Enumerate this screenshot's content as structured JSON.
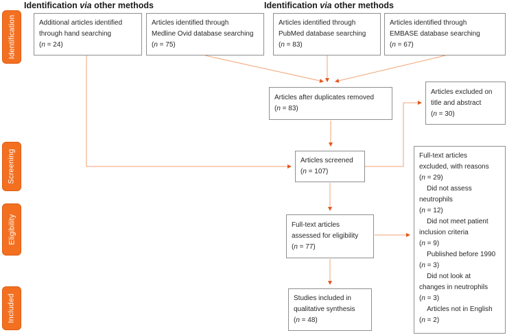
{
  "colors": {
    "stage_tab": "#f37021",
    "stage_tab_border": "#de5c10",
    "arrow_line": "#f2a170",
    "arrow_head": "#e4571b",
    "box_border": "#8e8e8e",
    "text": "#262626"
  },
  "headers": {
    "left": "Identification via other methods",
    "right": "Identification via other methods"
  },
  "stages": [
    {
      "label": "Identification"
    },
    {
      "label": "Screening"
    },
    {
      "label": "Eligibility"
    },
    {
      "label": "Included"
    }
  ],
  "boxes": {
    "hand_search": {
      "lines": [
        "Additional articles identified",
        "through hand searching",
        "(n = 24)"
      ]
    },
    "medline": {
      "lines": [
        "Articles identified through",
        "Medline Ovid database searching",
        "(n = 75)"
      ]
    },
    "pubmed": {
      "lines": [
        "Articles identified through",
        "PubMed database searching",
        "(n = 83)"
      ]
    },
    "embase": {
      "lines": [
        "Articles identified through",
        "EMBASE database searching",
        "(n = 67)"
      ]
    },
    "duplicates_removed": {
      "lines": [
        "Articles after duplicates removed",
        "(n = 83)"
      ]
    },
    "excluded_title_abstract": {
      "lines": [
        "Articles excluded on",
        "title and abstract",
        "(n = 30)"
      ]
    },
    "screened": {
      "lines": [
        "Articles screened",
        "(n = 107)"
      ]
    },
    "eligibility": {
      "lines": [
        "Full-text articles",
        "assessed for eligibility",
        "(n = 77)"
      ]
    },
    "included": {
      "lines": [
        "Studies included in",
        "qualitative synthesis",
        "(n = 48)"
      ]
    },
    "excluded_reasons": {
      "lines": [
        "Full-text articles",
        "excluded, with reasons",
        "(n = 29)",
        "  Did not assess",
        "neutrophils",
        "(n = 12)",
        "  Did not meet patient",
        "inclusion criteria",
        "(n = 9)",
        "  Published before 1990",
        "(n = 3)",
        "  Did not look at",
        "changes in neutrophils",
        "(n = 3)",
        "  Articles not in English",
        "(n = 2)"
      ]
    }
  }
}
